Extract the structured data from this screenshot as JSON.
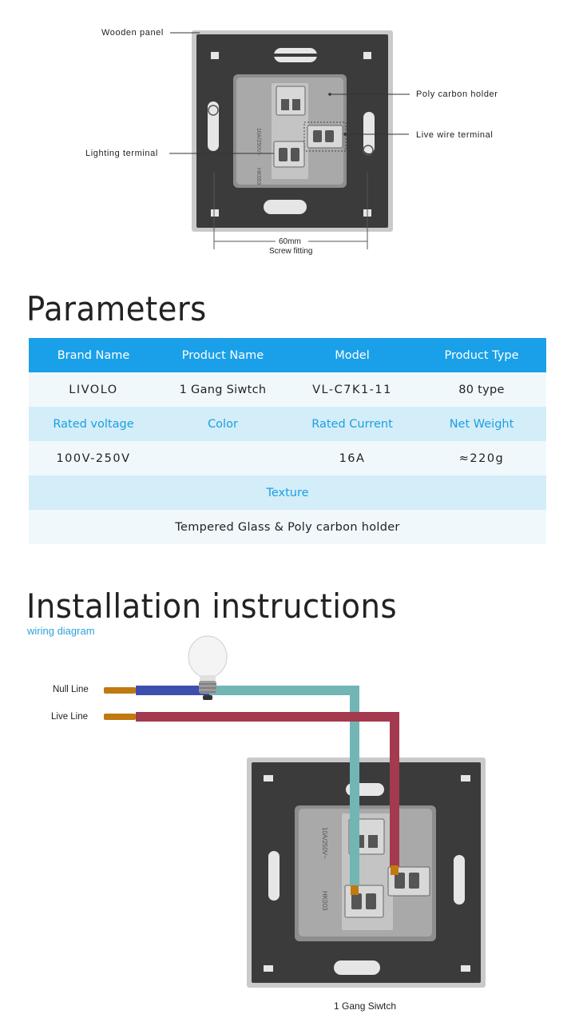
{
  "diagram1": {
    "labels": {
      "wooden_panel": "Wooden panel",
      "poly_carbon_holder": "Poly carbon holder",
      "live_wire_terminal": "Live wire terminal",
      "lighting_terminal": "Lighting terminal",
      "dimension": "60mm",
      "dimension_caption": "Screw fitting"
    },
    "module_text": {
      "rating": "10A/250V~",
      "code": "HK003"
    }
  },
  "parameters": {
    "title": "Parameters",
    "rows": [
      {
        "type": "hdr",
        "cells": [
          "Brand Name",
          "Product Name",
          "Model",
          "Product Type"
        ]
      },
      {
        "type": "val",
        "cells": [
          "LIVOLO",
          "1 Gang Siwtch",
          "VL-C7K1-11",
          "80 type"
        ]
      },
      {
        "type": "hdr2",
        "cells": [
          "Rated voltage",
          "Color",
          "Rated Current",
          "Net Weight"
        ]
      },
      {
        "type": "val",
        "cells": [
          "100V-250V",
          "",
          "16A",
          "≈220g"
        ]
      },
      {
        "type": "hdr2",
        "cells": [
          "Texture"
        ]
      },
      {
        "type": "plain",
        "cells": [
          "Tempered Glass & Poly carbon holder"
        ]
      }
    ]
  },
  "installation": {
    "title": "Installation instructions",
    "subtitle": "wiring diagram",
    "null_line": "Null Line",
    "live_line": "Live Line",
    "caption": "1 Gang Siwtch"
  },
  "colors": {
    "header_blue": "#1aa0e8",
    "subheader_blue": "#d3edf9",
    "value_bg": "#f0f8fc",
    "accent_text": "#1a9fe0",
    "null_wire": "#3b4fae",
    "live_wire": "#a33a4e",
    "light_wire": "#72b5b5",
    "panel_dark": "#3a3a3a",
    "module_grey": "#9a9a9a"
  }
}
